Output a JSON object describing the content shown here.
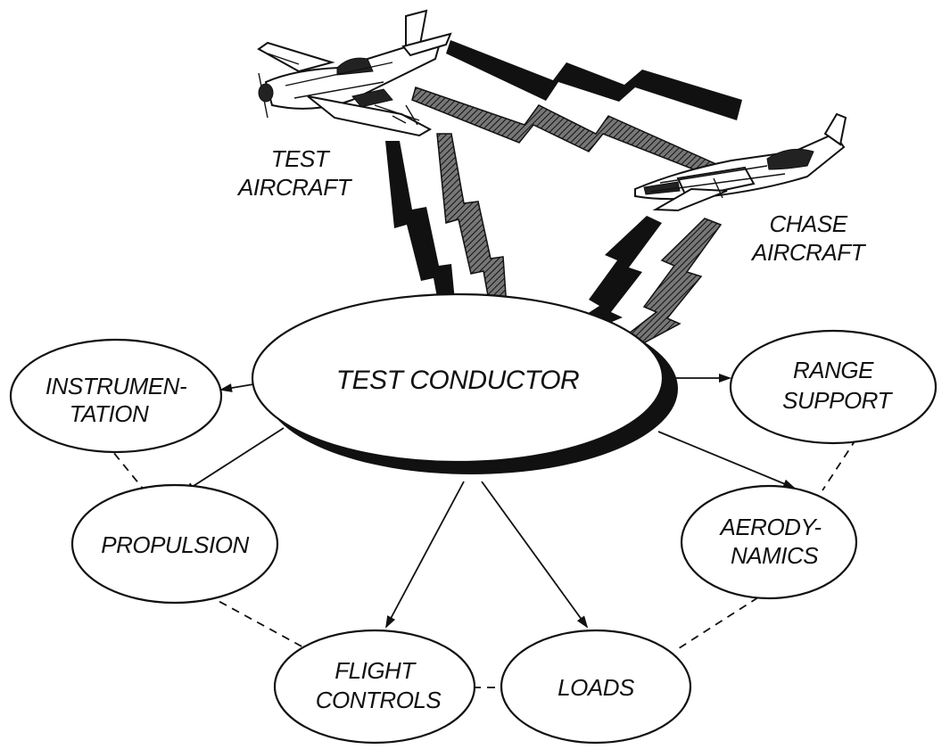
{
  "nodes": {
    "test_conductor": "TEST CONDUCTOR",
    "instrumentation": [
      "INSTRUMEN-",
      "TATION"
    ],
    "range_support": [
      "RANGE",
      "SUPPORT"
    ],
    "propulsion": "PROPULSION",
    "aerodynamics": [
      "AERODY-",
      "NAMICS"
    ],
    "flight_controls": [
      "FLIGHT",
      "CONTROLS"
    ],
    "loads": "LOADS"
  },
  "aircraft": {
    "test": [
      "TEST",
      "AIRCRAFT"
    ],
    "chase": [
      "CHASE",
      "AIRCRAFT"
    ]
  }
}
